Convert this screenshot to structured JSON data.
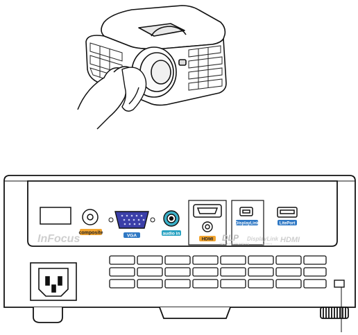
{
  "ports": {
    "composite": "composite",
    "vga": "VGA",
    "audio_in": "audio in",
    "hdmi": "HDMI",
    "displaylink": "DisplayLink",
    "liteport": "LitePort"
  },
  "logos": {
    "brand": "InFocus",
    "dlp": "DLP",
    "dlp_sub": "TEXAS INSTRUMENTS",
    "displaylink": "DisplayLink",
    "displaylink_sub": "certified",
    "hdmi": "HDMI"
  },
  "colors": {
    "composite_tag": "#f2a531",
    "vga_tag": "#2f78c4",
    "audio_tag": "#2aa3c2",
    "hdmi_tag": "#f2a531",
    "vga_port": "#3b3fa8",
    "audio_port": "#3ab0c8"
  },
  "icons": [
    "hand-icon",
    "cloth-icon",
    "power-socket-icon",
    "kensington-lock-icon",
    "focus-ring-icon"
  ]
}
